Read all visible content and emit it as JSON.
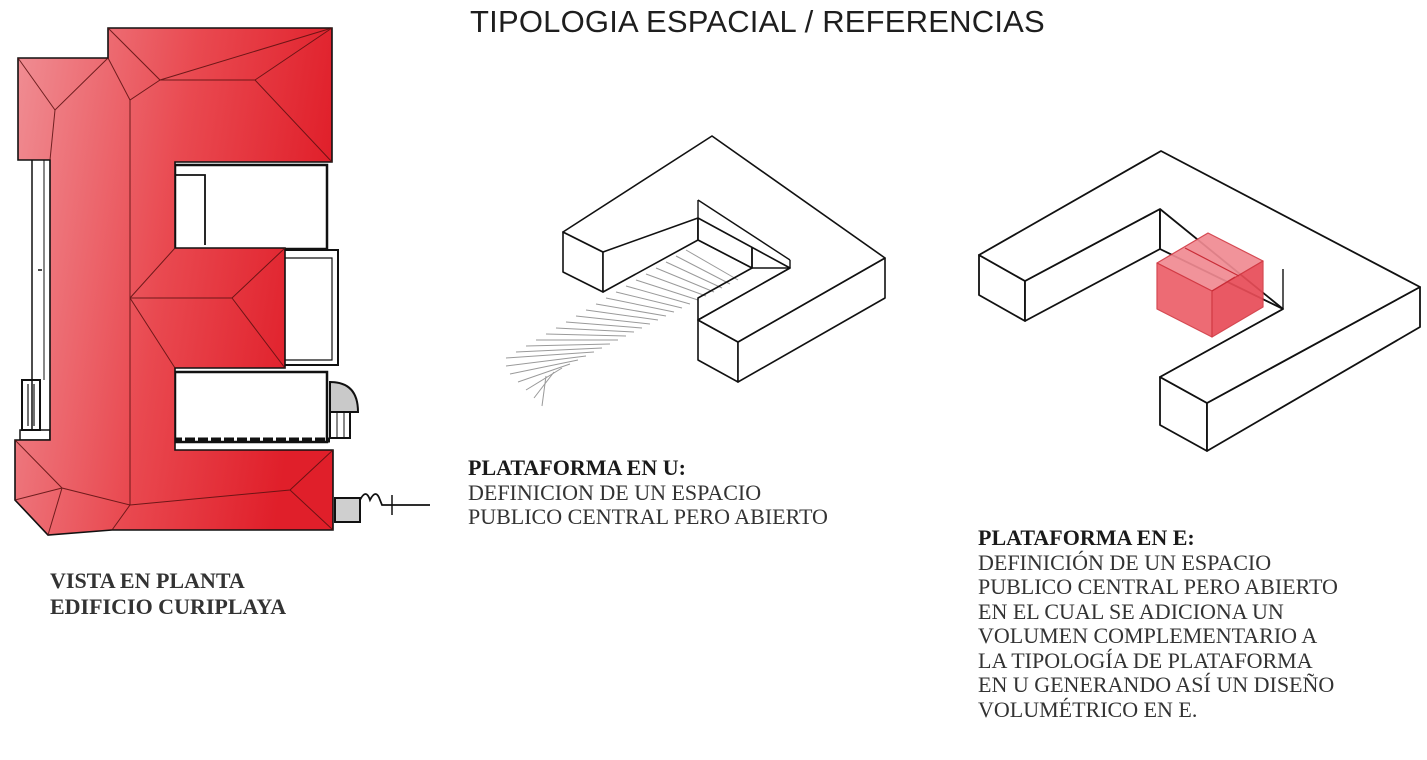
{
  "page": {
    "title": "TIPOLOGIA ESPACIAL / REFERENCIAS"
  },
  "plan": {
    "caption_lines": [
      "VISTA EN PLANTA",
      "EDIFICIO CURIPLAYA"
    ],
    "roof_color": "#e8393f"
  },
  "platform_u": {
    "heading": "PLATAFORMA EN U:",
    "lines": [
      "DEFINICION DE UN ESPACIO",
      "PUBLICO CENTRAL PERO ABIERTO"
    ]
  },
  "platform_e": {
    "heading": "PLATAFORMA EN E:",
    "lines": [
      "DEFINICIÓN DE UN ESPACIO",
      "PUBLICO CENTRAL PERO ABIERTO",
      "EN EL CUAL SE ADICIONA UN",
      "VOLUMEN COMPLEMENTARIO A",
      "LA TIPOLOGÍA DE PLATAFORMA",
      "EN U GENERANDO ASÍ UN DISEÑO",
      "VOLUMÉTRICO EN E."
    ],
    "cube_color": "#ee5a66"
  }
}
